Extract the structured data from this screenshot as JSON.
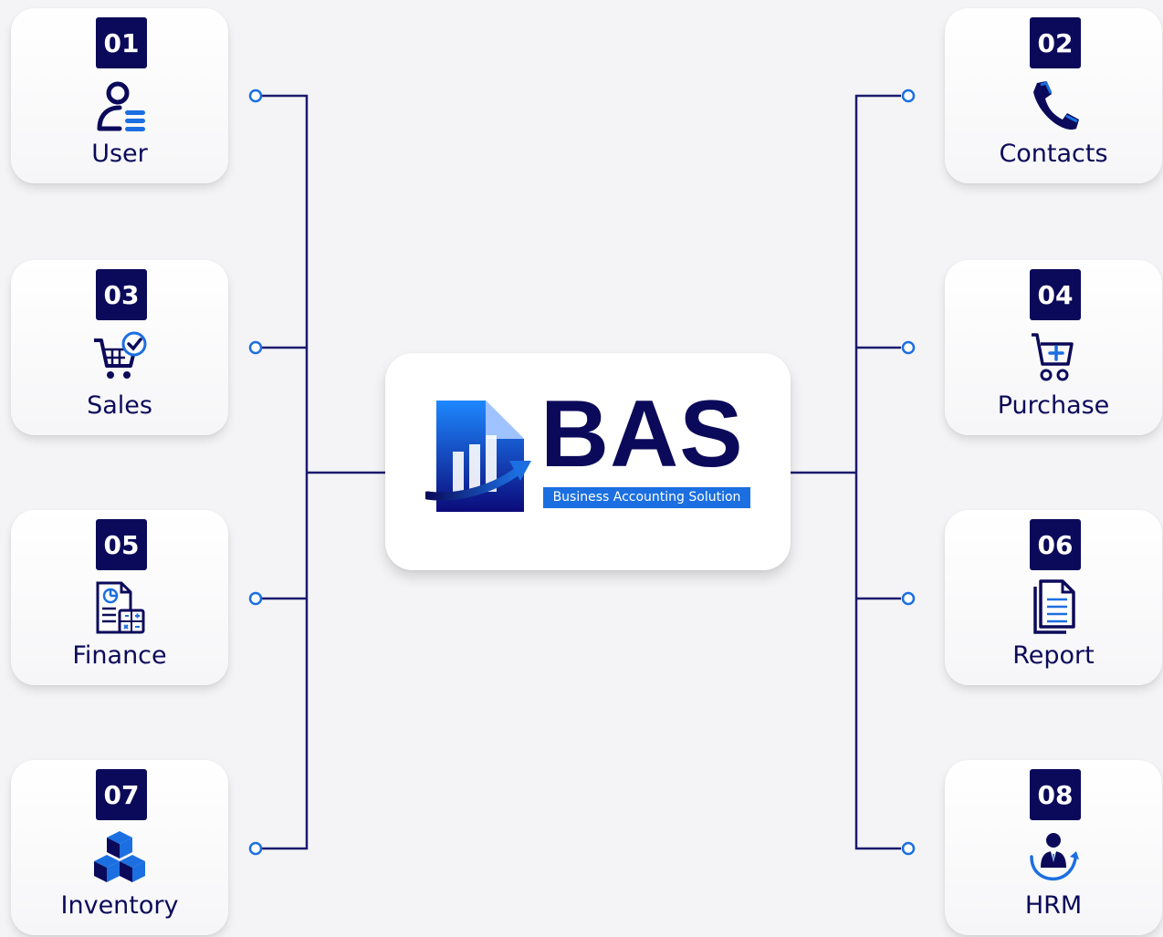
{
  "center": {
    "brand": "BAS",
    "tagline": "Business Accounting Solution"
  },
  "modules": [
    {
      "number": "01",
      "label": "User",
      "icon": "user-list-icon"
    },
    {
      "number": "02",
      "label": "Contacts",
      "icon": "phone-icon"
    },
    {
      "number": "03",
      "label": "Sales",
      "icon": "cart-check-icon"
    },
    {
      "number": "04",
      "label": "Purchase",
      "icon": "cart-plus-icon"
    },
    {
      "number": "05",
      "label": "Finance",
      "icon": "finance-calculator-icon"
    },
    {
      "number": "06",
      "label": "Report",
      "icon": "report-document-icon"
    },
    {
      "number": "07",
      "label": "Inventory",
      "icon": "boxes-icon"
    },
    {
      "number": "08",
      "label": "HRM",
      "icon": "hrm-person-icon"
    }
  ],
  "colors": {
    "navy": "#0b0a5a",
    "accent_blue": "#1b6fe0",
    "connector": "#1a1a6e"
  }
}
